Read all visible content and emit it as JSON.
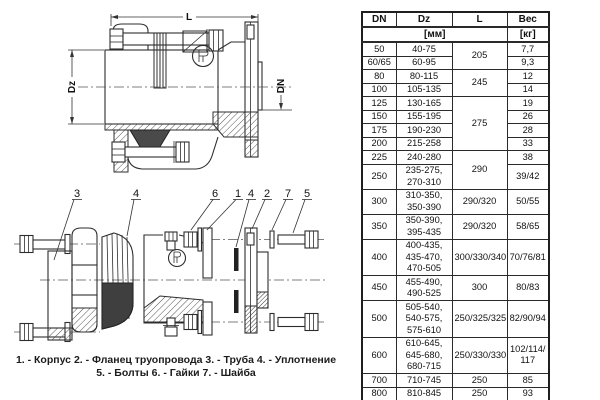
{
  "drawing": {
    "dims": {
      "length": "L",
      "outer_diameter": "Dz",
      "nominal_diameter": "DN"
    },
    "part_callouts": [
      "3",
      "4",
      "6",
      "1",
      "4",
      "2",
      "7",
      "5"
    ],
    "caption_line1": "1. - Корпус 2. - Фланец труопровода 3. - Труба 4. - Уплотнение",
    "caption_line2": "5. - Болты 6. - Гайки 7. - Шайба"
  },
  "table": {
    "headers": {
      "dn": "DN",
      "dz": "Dz",
      "l": "L",
      "weight": "Вес"
    },
    "units": {
      "mm": "[мм]",
      "kg": "[кг]"
    },
    "rows": [
      {
        "dn": "50",
        "dz": "40-75",
        "l": "205",
        "w": "7,7"
      },
      {
        "dn": "60/65",
        "dz": "60-95",
        "w": "9,3"
      },
      {
        "dn": "80",
        "dz": "80-115",
        "l": "245",
        "w": "12"
      },
      {
        "dn": "100",
        "dz": "105-135",
        "w": "14"
      },
      {
        "dn": "125",
        "dz": "130-165",
        "l": "275",
        "w": "19"
      },
      {
        "dn": "150",
        "dz": "155-195",
        "w": "26"
      },
      {
        "dn": "175",
        "dz": "190-230",
        "w": "28"
      },
      {
        "dn": "200",
        "dz": "215-258",
        "w": "33"
      },
      {
        "dn": "225",
        "dz": "240-280",
        "l": "290",
        "w": "38"
      },
      {
        "dn": "250",
        "dz": "235-275, 270-310",
        "w": "39/42"
      },
      {
        "dn": "300",
        "dz": "310-350, 350-390",
        "l": "290/320",
        "w": "50/55"
      },
      {
        "dn": "350",
        "dz": "350-390, 395-435",
        "l": "290/320",
        "w": "58/65"
      },
      {
        "dn": "400",
        "dz": "400-435, 435-470, 470-505",
        "l": "300/330/340",
        "w": "70/76/81"
      },
      {
        "dn": "450",
        "dz": "455-490, 490-525",
        "l": "300",
        "w": "80/83"
      },
      {
        "dn": "500",
        "dz": "505-540, 540-575, 575-610",
        "l": "250/325/325",
        "w": "82/90/94"
      },
      {
        "dn": "600",
        "dz": "610-645, 645-680, 680-715",
        "l": "250/330/330",
        "w": "102/114/117"
      },
      {
        "dn": "700",
        "dz": "710-745",
        "l": "250",
        "w": "85"
      },
      {
        "dn": "800",
        "dz": "810-845",
        "l": "250",
        "w": "93"
      }
    ]
  }
}
